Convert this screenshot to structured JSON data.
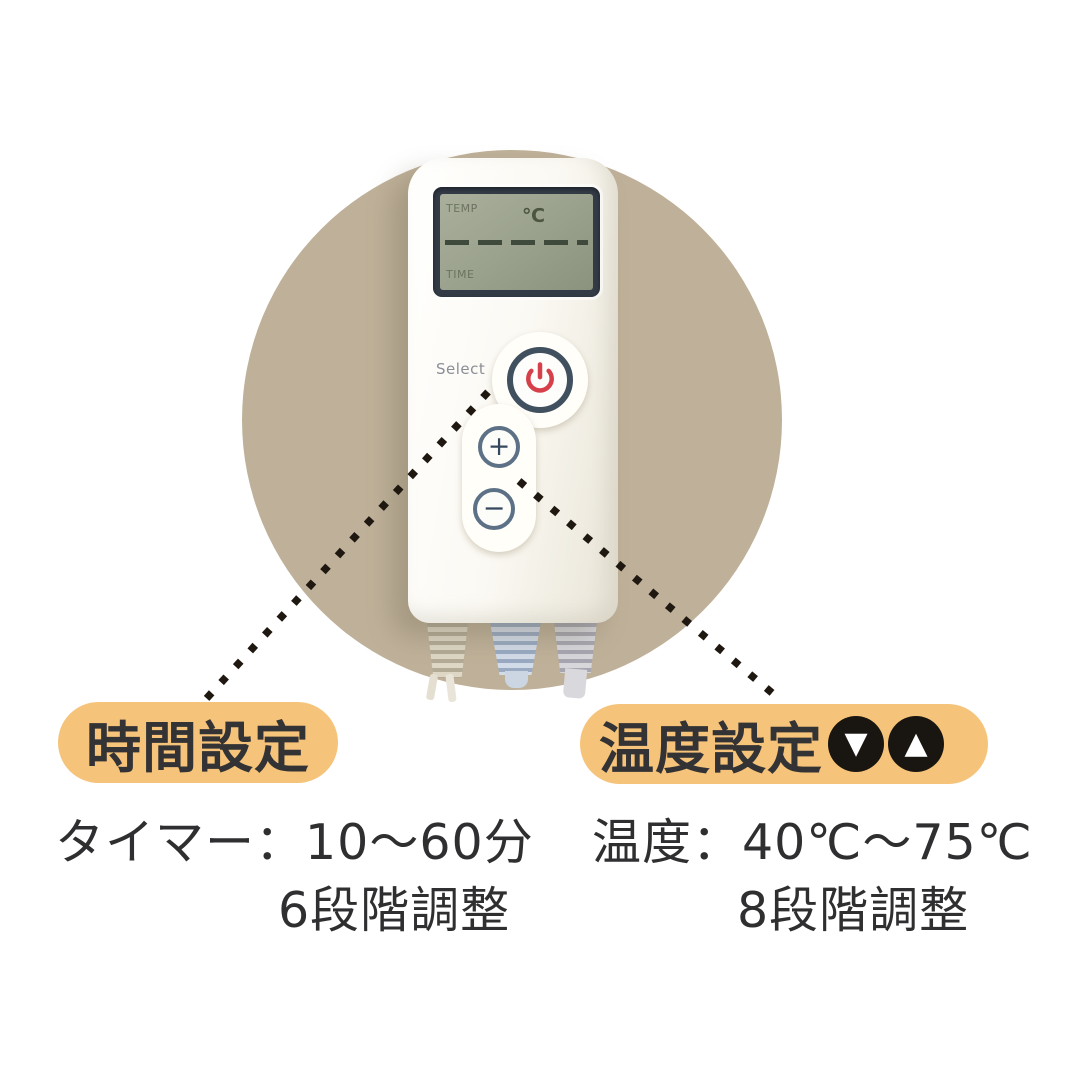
{
  "device": {
    "select_label": "Select",
    "lcd": {
      "temp_label": "TEMP",
      "unit_label": "℃",
      "time_label": "TIME"
    },
    "buttons": {
      "plus_glyph": "+",
      "minus_glyph": "−"
    }
  },
  "callouts": {
    "time": {
      "title": "時間設定",
      "line1": "タイマー：10～60分",
      "line2": "6段階調整"
    },
    "temp": {
      "title": "温度設定",
      "down_glyph": "▼",
      "up_glyph": "▲",
      "line1": "温度：40℃～75℃",
      "line2": "8段階調整"
    }
  },
  "colors": {
    "backdrop_circle": "#bfb199",
    "callout_pill": "#f5c379",
    "power_glyph_red": "#d5404a",
    "button_ring_navy": "#41505f",
    "lcd_screen": "#99a08b",
    "dotted_line": "#1f1811"
  }
}
